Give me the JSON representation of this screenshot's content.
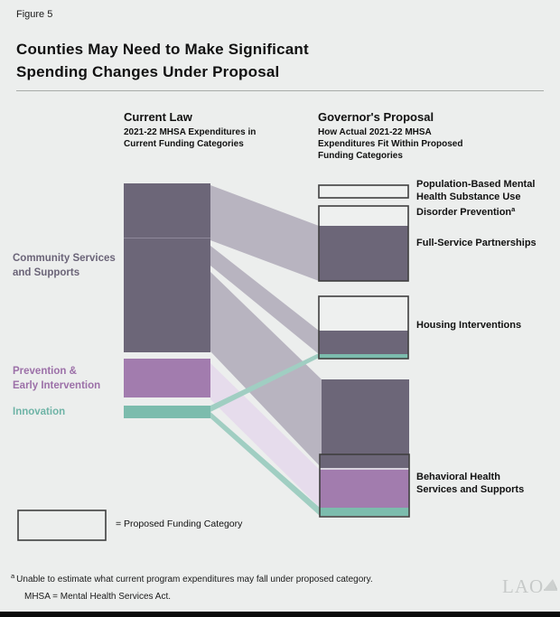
{
  "colors": {
    "background": "#ECEEED",
    "slate": "#6C6678",
    "purple": "#A27CAE",
    "teal": "#7CBCAD",
    "ribbon_gray": "#B8B4C0",
    "ribbon_purple": "#E6DCEC",
    "ribbon_teal": "#A0CEC2",
    "segment_divider": "#8E8899",
    "light_separator": "#D8D3DE",
    "box_stroke": "#3F3F3F",
    "box_fill": "#EEF0EF",
    "label_slate": "#6B6478",
    "label_purple": "#9C70A8",
    "label_teal": "#6FB4A7",
    "logo_gray": "#C7CAC9"
  },
  "header": {
    "figure_label": "Figure 5",
    "title_line1": "Counties May Need to Make Significant",
    "title_line2": "Spending Changes Under Proposal"
  },
  "columns": {
    "current_law": {
      "title": "Current Law",
      "sub1": "2021-22 MHSA Expenditures in",
      "sub2": "Current Funding Categories"
    },
    "governors_proposal": {
      "title": "Governor's Proposal",
      "sub1": "How Actual 2021-22 MHSA",
      "sub2": "Expenditures Fit Within Proposed",
      "sub3": "Funding Categories"
    }
  },
  "left_labels": {
    "css1": "Community Services",
    "css2": "and Supports",
    "pei1": "Prevention &",
    "pei2": "Early Intervention",
    "inn": "Innovation"
  },
  "right_labels": {
    "pop1": "Population-Based Mental",
    "pop2": "Health Substance Use",
    "pop3": "Disorder Prevention",
    "pop_sup": "a",
    "fsp": "Full-Service Partnerships",
    "housing": "Housing Interventions",
    "bh1": "Behavioral Health",
    "bh2": "Services and Supports"
  },
  "legend": {
    "text": "= Proposed Funding Category"
  },
  "footnotes": {
    "sup": "a",
    "note_a": "Unable to estimate what current program expenditures may fall under proposed category.",
    "note_mhsa": "MHSA = Mental Health Services Act."
  },
  "logo": {
    "text": "LAO"
  },
  "chart_data": {
    "type": "sankey",
    "title": "Counties May Need to Make Significant Spending Changes Under Proposal",
    "units": "relative share of 2021-22 MHSA expenditures (no numeric values printed in figure; shares estimated from bar heights)",
    "left_nodes": [
      {
        "name": "Community Services and Supports",
        "share": 0.77
      },
      {
        "name": "Prevention & Early Intervention",
        "share": 0.18
      },
      {
        "name": "Innovation",
        "share": 0.06
      }
    ],
    "right_nodes": [
      {
        "name": "Population-Based Mental Health Substance Use Disorder Prevention",
        "filled_share": 0,
        "note": "empty — unable to estimate (footnote a)"
      },
      {
        "name": "Full-Service Partnerships",
        "filled_share": 0.25,
        "note": "proposed category larger than mapped expenditures"
      },
      {
        "name": "Housing Interventions",
        "filled_share": 0.13,
        "note": "proposed category larger than mapped expenditures"
      },
      {
        "name": "Behavioral Health Services and Supports",
        "filled_share": 0.62,
        "note": "mapped expenditures overflow above proposed category box"
      }
    ],
    "links": [
      {
        "from": "Community Services and Supports",
        "to": "Full-Service Partnerships",
        "share": 0.25
      },
      {
        "from": "Community Services and Supports",
        "to": "Housing Interventions",
        "share": 0.11
      },
      {
        "from": "Community Services and Supports",
        "to": "Behavioral Health Services and Supports",
        "share": 0.41
      },
      {
        "from": "Prevention & Early Intervention",
        "to": "Behavioral Health Services and Supports",
        "share": 0.18
      },
      {
        "from": "Innovation",
        "to": "Housing Interventions",
        "share": 0.02
      },
      {
        "from": "Innovation",
        "to": "Behavioral Health Services and Supports",
        "share": 0.04
      }
    ],
    "legend": "outlined empty box = Proposed Funding Category",
    "layout_hints": {
      "left_column_x": "137-233px",
      "right_column_x": "353-453px",
      "flows_left_to_right": true
    }
  }
}
